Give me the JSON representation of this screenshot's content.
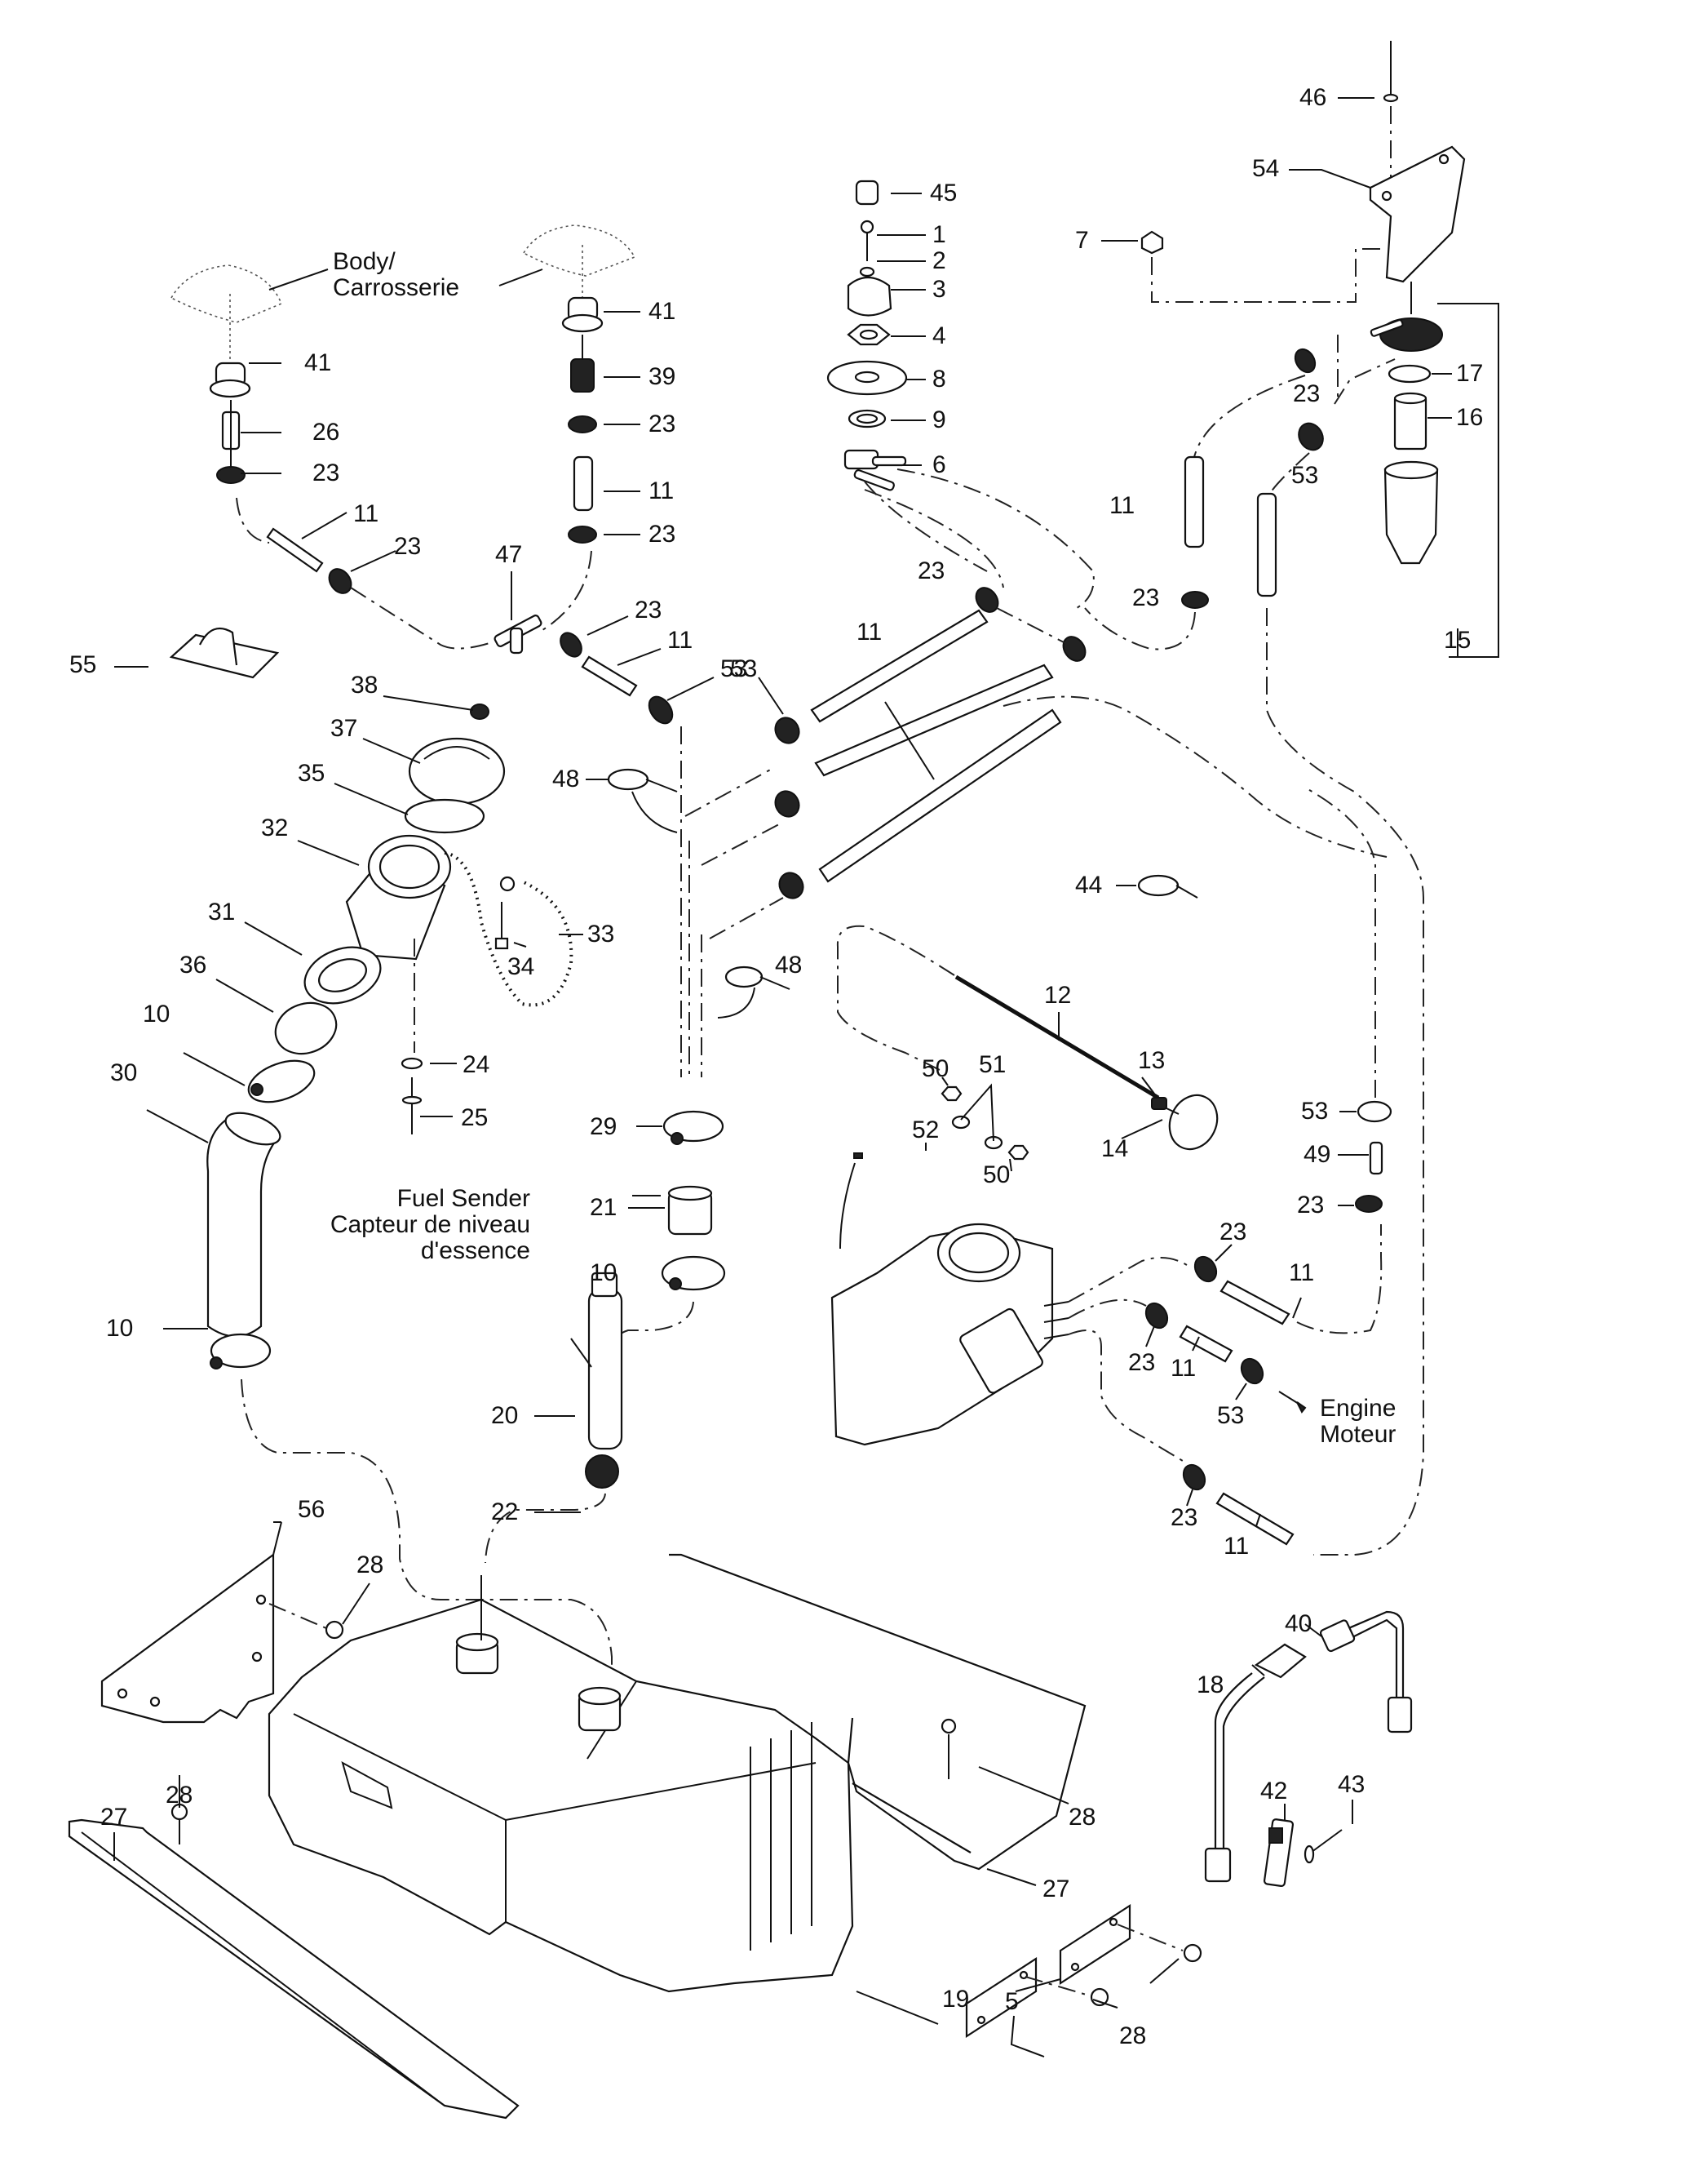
{
  "diagram": {
    "title": "Fuel System Exploded Parts Diagram",
    "annotations": {
      "body": [
        "Body/",
        "Carrosserie"
      ],
      "fuel_sender": [
        "Fuel Sender",
        "Capteur de niveau",
        "d'essence"
      ],
      "engine": [
        "Engine",
        "Moteur"
      ]
    },
    "callouts": [
      {
        "id": "c46",
        "num": "46",
        "part": "rivet-top"
      },
      {
        "id": "c54",
        "num": "54",
        "part": "filter-bracket"
      },
      {
        "id": "c45",
        "num": "45",
        "part": "plug"
      },
      {
        "id": "c1",
        "num": "1",
        "part": "screw"
      },
      {
        "id": "c2",
        "num": "2",
        "part": "washer"
      },
      {
        "id": "c3",
        "num": "3",
        "part": "valve-knob"
      },
      {
        "id": "c4",
        "num": "4",
        "part": "nut"
      },
      {
        "id": "c8",
        "num": "8",
        "part": "plate"
      },
      {
        "id": "c9",
        "num": "9",
        "part": "ring"
      },
      {
        "id": "c6",
        "num": "6",
        "part": "fuel-valve"
      },
      {
        "id": "c7",
        "num": "7",
        "part": "nut"
      },
      {
        "id": "c17",
        "num": "17",
        "part": "o-ring"
      },
      {
        "id": "c16",
        "num": "16",
        "part": "filter-element"
      },
      {
        "id": "c15",
        "num": "15",
        "part": "fuel-filter-assembly"
      },
      {
        "id": "c41a",
        "num": "41",
        "part": "grommet-left"
      },
      {
        "id": "c41b",
        "num": "41",
        "part": "grommet-right"
      },
      {
        "id": "c39",
        "num": "39",
        "part": "check-valve"
      },
      {
        "id": "c26",
        "num": "26",
        "part": "check-valve"
      },
      {
        "id": "c23a",
        "num": "23",
        "part": "clamp"
      },
      {
        "id": "c23b",
        "num": "23",
        "part": "clamp"
      },
      {
        "id": "c11a",
        "num": "11",
        "part": "hose"
      },
      {
        "id": "c23c",
        "num": "23",
        "part": "clamp"
      },
      {
        "id": "c11b",
        "num": "11",
        "part": "hose"
      },
      {
        "id": "c23d",
        "num": "23",
        "part": "clamp"
      },
      {
        "id": "c47",
        "num": "47",
        "part": "tee-fitting"
      },
      {
        "id": "c23e",
        "num": "23",
        "part": "clamp"
      },
      {
        "id": "c11c",
        "num": "11",
        "part": "hose"
      },
      {
        "id": "c53a",
        "num": "53",
        "part": "clamp"
      },
      {
        "id": "c53b",
        "num": "53",
        "part": "clamp"
      },
      {
        "id": "c11d",
        "num": "11",
        "part": "hose"
      },
      {
        "id": "c23f",
        "num": "23",
        "part": "clamp"
      },
      {
        "id": "c23g",
        "num": "23",
        "part": "clamp"
      },
      {
        "id": "c11e",
        "num": "11",
        "part": "hose"
      },
      {
        "id": "c23h",
        "num": "23",
        "part": "clamp"
      },
      {
        "id": "c53c",
        "num": "53",
        "part": "clamp"
      },
      {
        "id": "c55",
        "num": "55",
        "part": "hose-holder"
      },
      {
        "id": "c38",
        "num": "38",
        "part": "cap-plug"
      },
      {
        "id": "c37",
        "num": "37",
        "part": "fuel-cap"
      },
      {
        "id": "c35",
        "num": "35",
        "part": "gasket"
      },
      {
        "id": "c32",
        "num": "32",
        "part": "filler-neck"
      },
      {
        "id": "c31",
        "num": "31",
        "part": "gasket"
      },
      {
        "id": "c36",
        "num": "36",
        "part": "nut"
      },
      {
        "id": "c10a",
        "num": "10",
        "part": "clamp"
      },
      {
        "id": "c30",
        "num": "30",
        "part": "filler-hose"
      },
      {
        "id": "c33",
        "num": "33",
        "part": "chain"
      },
      {
        "id": "c34",
        "num": "34",
        "part": "screw"
      },
      {
        "id": "c24",
        "num": "24",
        "part": "washer"
      },
      {
        "id": "c25",
        "num": "25",
        "part": "rivet"
      },
      {
        "id": "c48a",
        "num": "48",
        "part": "tie-wrap"
      },
      {
        "id": "c48b",
        "num": "48",
        "part": "tie-wrap"
      },
      {
        "id": "c29",
        "num": "29",
        "part": "clamp"
      },
      {
        "id": "c21",
        "num": "21",
        "part": "boot"
      },
      {
        "id": "c10b",
        "num": "10",
        "part": "clamp"
      },
      {
        "id": "c10c",
        "num": "10",
        "part": "clamp"
      },
      {
        "id": "c20",
        "num": "20",
        "part": "fuel-sender"
      },
      {
        "id": "c22",
        "num": "22",
        "part": "lock-ring"
      },
      {
        "id": "c44",
        "num": "44",
        "part": "tie-wrap"
      },
      {
        "id": "c12",
        "num": "12",
        "part": "choke-cable"
      },
      {
        "id": "c13",
        "num": "13",
        "part": "nut"
      },
      {
        "id": "c14",
        "num": "14",
        "part": "choke-knob"
      },
      {
        "id": "c50a",
        "num": "50",
        "part": "nut"
      },
      {
        "id": "c51",
        "num": "51",
        "part": "washer"
      },
      {
        "id": "c50b",
        "num": "50",
        "part": "nut"
      },
      {
        "id": "c52",
        "num": "52",
        "part": "set-screw"
      },
      {
        "id": "c53d",
        "num": "53",
        "part": "clamp"
      },
      {
        "id": "c49",
        "num": "49",
        "part": "fitting"
      },
      {
        "id": "c23i",
        "num": "23",
        "part": "clamp"
      },
      {
        "id": "c23j",
        "num": "23",
        "part": "clamp"
      },
      {
        "id": "c11f",
        "num": "11",
        "part": "hose"
      },
      {
        "id": "c23k",
        "num": "23",
        "part": "clamp"
      },
      {
        "id": "c11g",
        "num": "11",
        "part": "hose"
      },
      {
        "id": "c53e",
        "num": "53",
        "part": "clamp"
      },
      {
        "id": "c23l",
        "num": "23",
        "part": "clamp"
      },
      {
        "id": "c11h",
        "num": "11",
        "part": "hose"
      },
      {
        "id": "c56",
        "num": "56",
        "part": "bracket"
      },
      {
        "id": "c28a",
        "num": "28",
        "part": "screw"
      },
      {
        "id": "c40",
        "num": "40",
        "part": "strap"
      },
      {
        "id": "c18",
        "num": "18",
        "part": "strap"
      },
      {
        "id": "c28b",
        "num": "28",
        "part": "screw"
      },
      {
        "id": "c27a",
        "num": "27",
        "part": "support"
      },
      {
        "id": "c28c",
        "num": "28",
        "part": "screw"
      },
      {
        "id": "c27b",
        "num": "27",
        "part": "support"
      },
      {
        "id": "c42",
        "num": "42",
        "part": "buckle"
      },
      {
        "id": "c43",
        "num": "43",
        "part": "rivet"
      },
      {
        "id": "c19",
        "num": "19",
        "part": "fuel-tank"
      },
      {
        "id": "c5",
        "num": "5",
        "part": "plate"
      },
      {
        "id": "c28d",
        "num": "28",
        "part": "screw"
      }
    ]
  }
}
